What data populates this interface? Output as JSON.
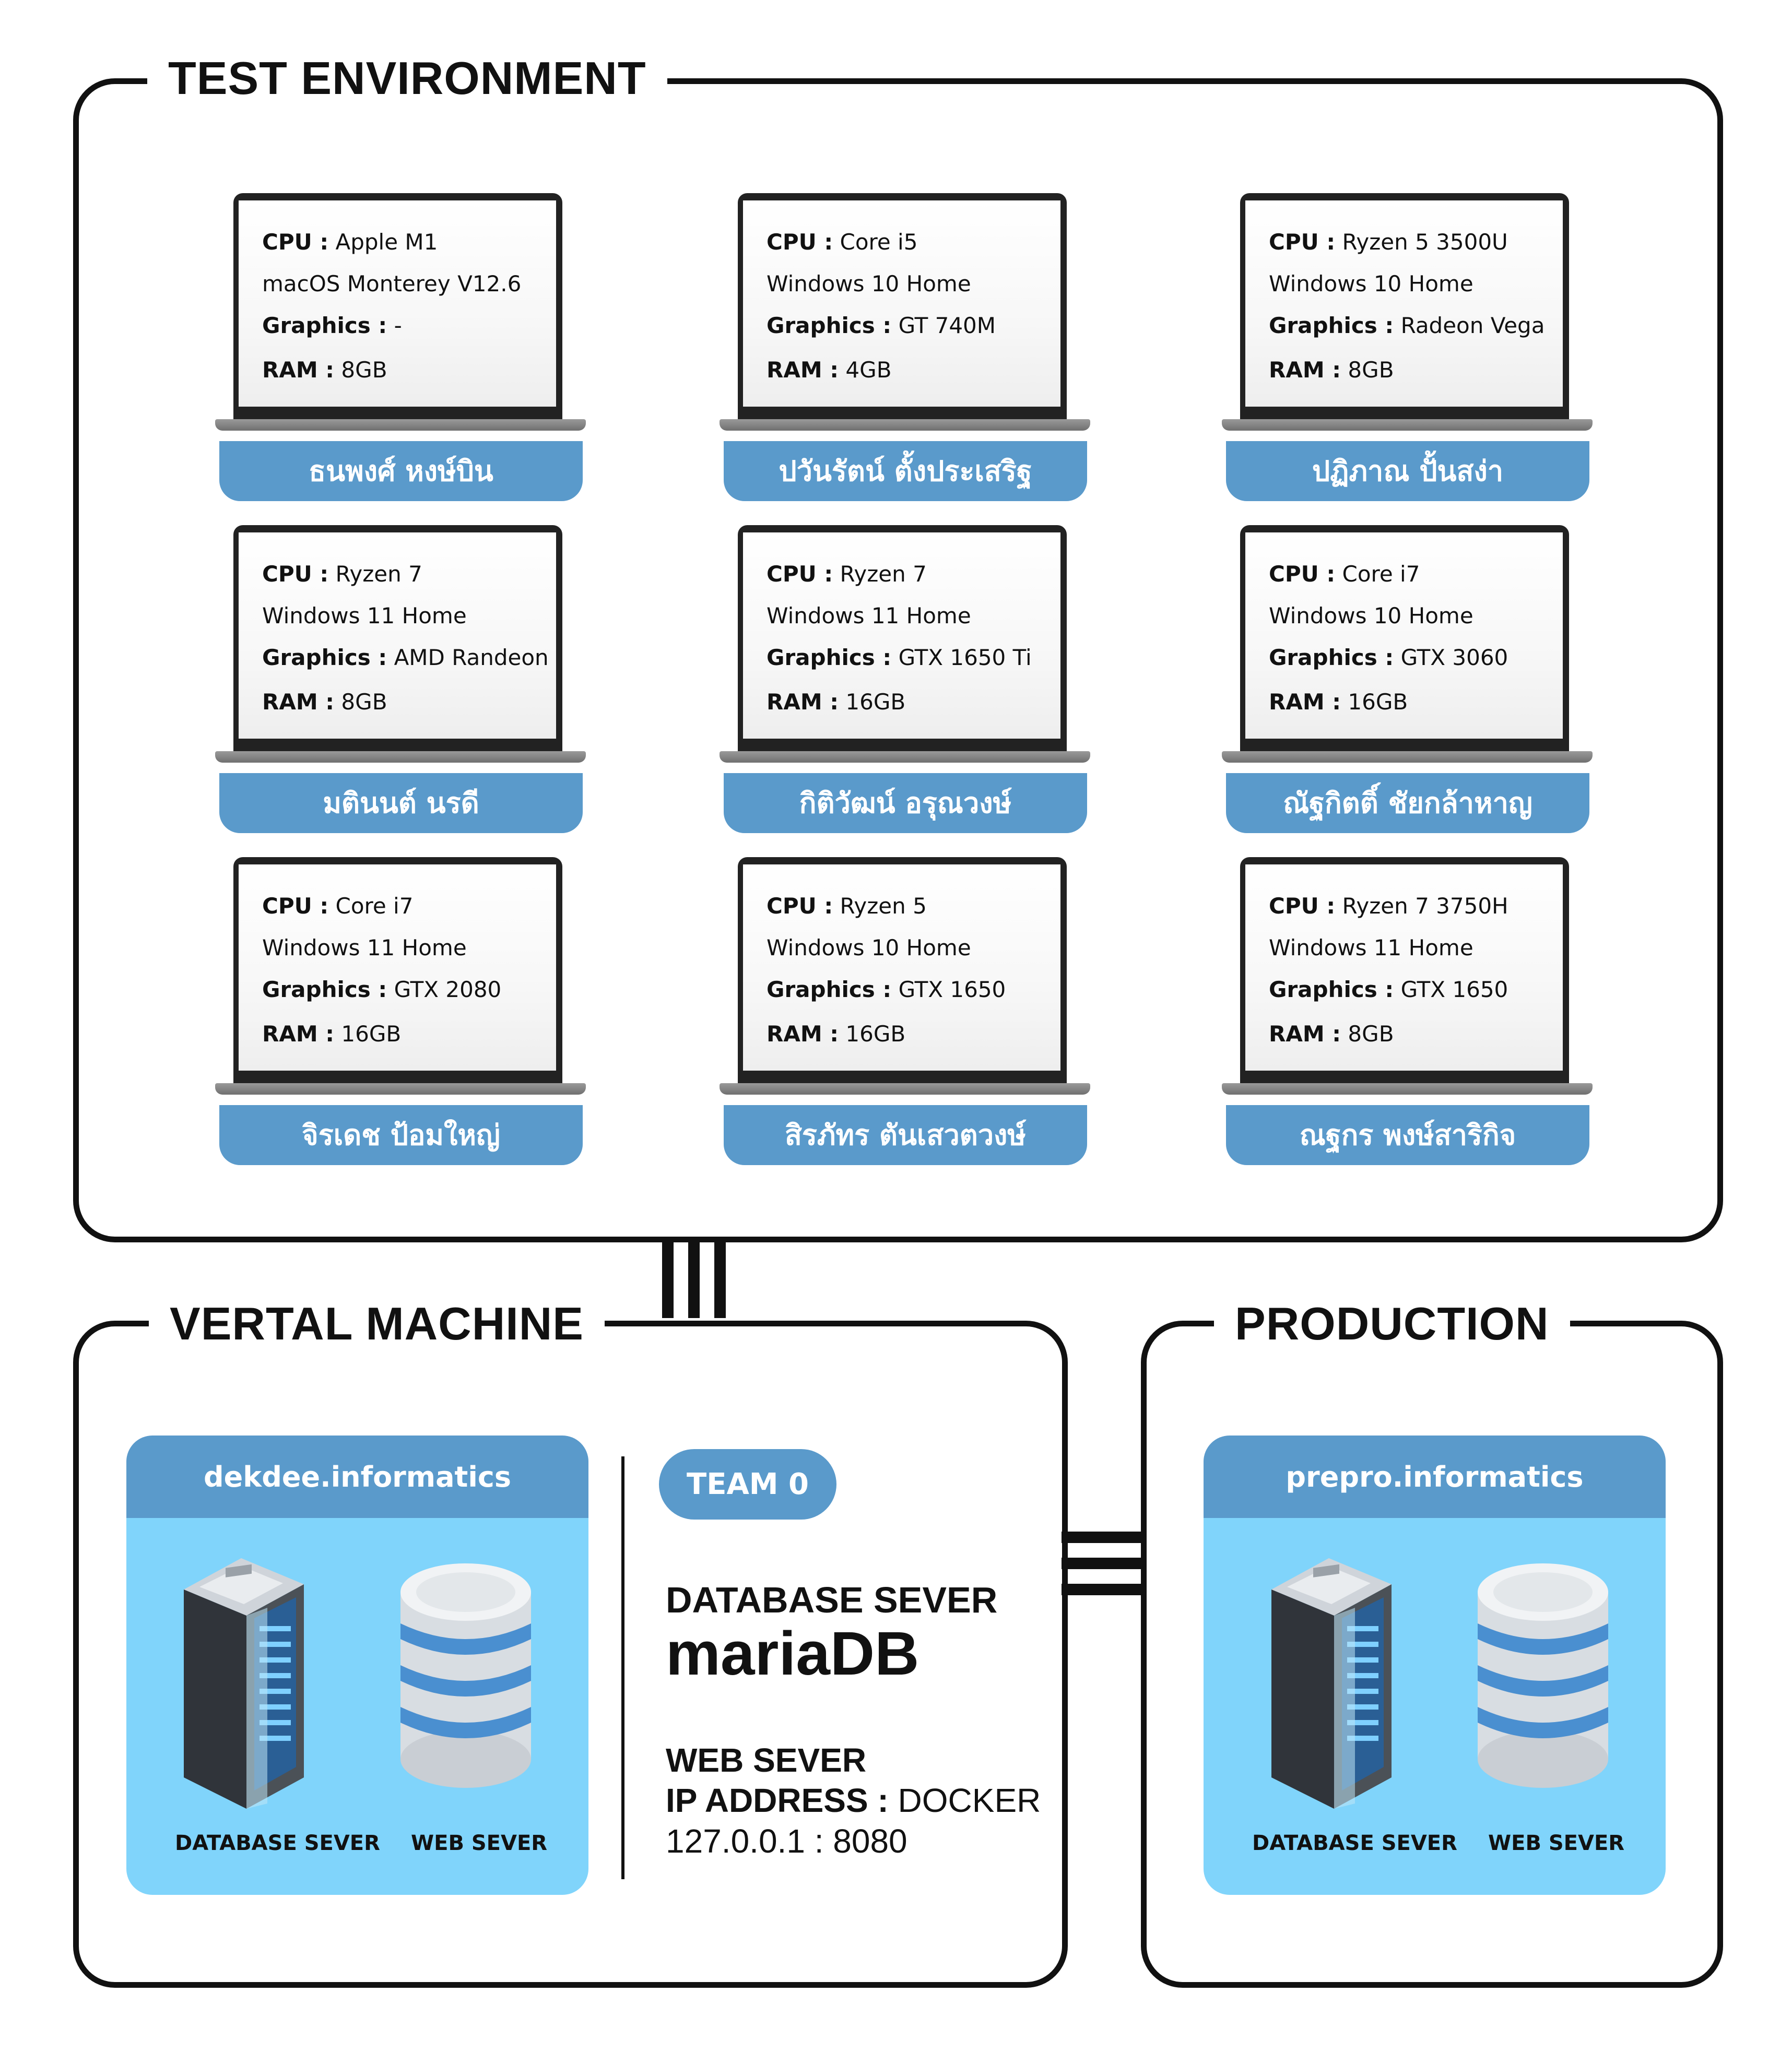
{
  "sections": {
    "test_environment": "TEST ENVIRONMENT",
    "virtual_machine": "VERTAL MACHINE",
    "production": "PRODUCTION"
  },
  "machines": [
    {
      "cpu_label": "CPU :",
      "cpu": "Apple M1",
      "os": "macOS Monterey V12.6",
      "graphics_label": "Graphics :",
      "graphics": "-",
      "ram_label": "RAM :",
      "ram": "8GB",
      "name": "ธนพงศ์ หงษ์บิน"
    },
    {
      "cpu_label": "CPU :",
      "cpu": "Core i5",
      "os": "Windows 10 Home",
      "graphics_label": "Graphics :",
      "graphics": "GT 740M",
      "ram_label": "RAM :",
      "ram": "4GB",
      "name": "ปวันรัตน์ ตั้งประเสริฐ"
    },
    {
      "cpu_label": "CPU :",
      "cpu": "Ryzen 5 3500U",
      "os": "Windows 10 Home",
      "graphics_label": "Graphics :",
      "graphics": "Radeon Vega",
      "ram_label": "RAM :",
      "ram": "8GB",
      "name": "ปฏิภาณ ปั้นสง่า"
    },
    {
      "cpu_label": "CPU :",
      "cpu": "Ryzen 7",
      "os": "Windows 11 Home",
      "graphics_label": "Graphics :",
      "graphics": "AMD Randeon",
      "ram_label": "RAM :",
      "ram": "8GB",
      "name": "มตินนต์ นรดี"
    },
    {
      "cpu_label": "CPU :",
      "cpu": "Ryzen 7",
      "os": "Windows 11 Home",
      "graphics_label": "Graphics :",
      "graphics": "GTX 1650 Ti",
      "ram_label": "RAM :",
      "ram": "16GB",
      "name": "กิติวัฒน์ อรุณวงษ์"
    },
    {
      "cpu_label": "CPU :",
      "cpu": "Core i7",
      "os": "Windows 10 Home",
      "graphics_label": "Graphics :",
      "graphics": "GTX 3060",
      "ram_label": "RAM :",
      "ram": "16GB",
      "name": "ณัฐกิตติ์ ชัยกล้าหาญ"
    },
    {
      "cpu_label": "CPU :",
      "cpu": "Core i7",
      "os": "Windows 11 Home",
      "graphics_label": "Graphics :",
      "graphics": "GTX 2080",
      "ram_label": "RAM :",
      "ram": "16GB",
      "name": "จิรเดช ป้อมใหญ่"
    },
    {
      "cpu_label": "CPU :",
      "cpu": "Ryzen 5",
      "os": "Windows 10 Home",
      "graphics_label": "Graphics :",
      "graphics": "GTX 1650",
      "ram_label": "RAM :",
      "ram": "16GB",
      "name": "สิรภัทร ตันเสวตวงษ์"
    },
    {
      "cpu_label": "CPU :",
      "cpu": "Ryzen 7 3750H",
      "os": "Windows 11 Home",
      "graphics_label": "Graphics :",
      "graphics": "GTX 1650",
      "ram_label": "RAM :",
      "ram": "8GB",
      "name": "ณฐกร พงษ์สาริกิจ"
    }
  ],
  "vm_panel": {
    "host": "dekdee.informatics",
    "database_label": "DATABASE SEVER",
    "web_label": "WEB SEVER"
  },
  "prod_panel": {
    "host": "prepro.informatics",
    "database_label": "DATABASE SEVER",
    "web_label": "WEB SEVER"
  },
  "team_info": {
    "team": "TEAM 0",
    "database_title": "DATABASE SEVER",
    "database_name": "mariaDB",
    "web_title": "WEB SEVER",
    "ip_label": "IP ADDRESS :",
    "ip_value": "DOCKER",
    "address": "127.0.0.1 : 8080"
  },
  "colors": {
    "accent_blue": "#5a9acb",
    "light_blue": "#80d4fb",
    "border": "#111111"
  },
  "icons": [
    "laptop-icon",
    "server-rack-icon",
    "database-icon"
  ]
}
